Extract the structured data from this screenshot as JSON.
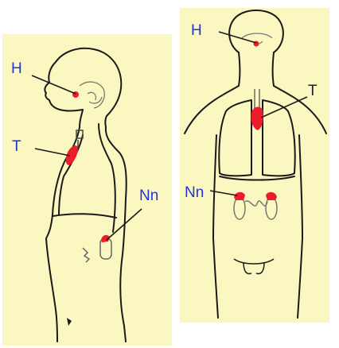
{
  "side_view": {
    "labels": {
      "hypothalamus": "H",
      "thymus": "T",
      "adrenal": "Nn"
    }
  },
  "front_view": {
    "labels": {
      "hypothalamus": "H",
      "thymus": "T",
      "adrenal": "Nn"
    }
  },
  "colors": {
    "panel_background": "#fbf7c0",
    "outline": "#1a1a1a",
    "organ_highlight": "#ec1c2c",
    "side_label": "#2233dd",
    "front_label_blue": "#2233dd",
    "front_label_dark": "#222222",
    "organ_outline_gray": "#777777"
  }
}
